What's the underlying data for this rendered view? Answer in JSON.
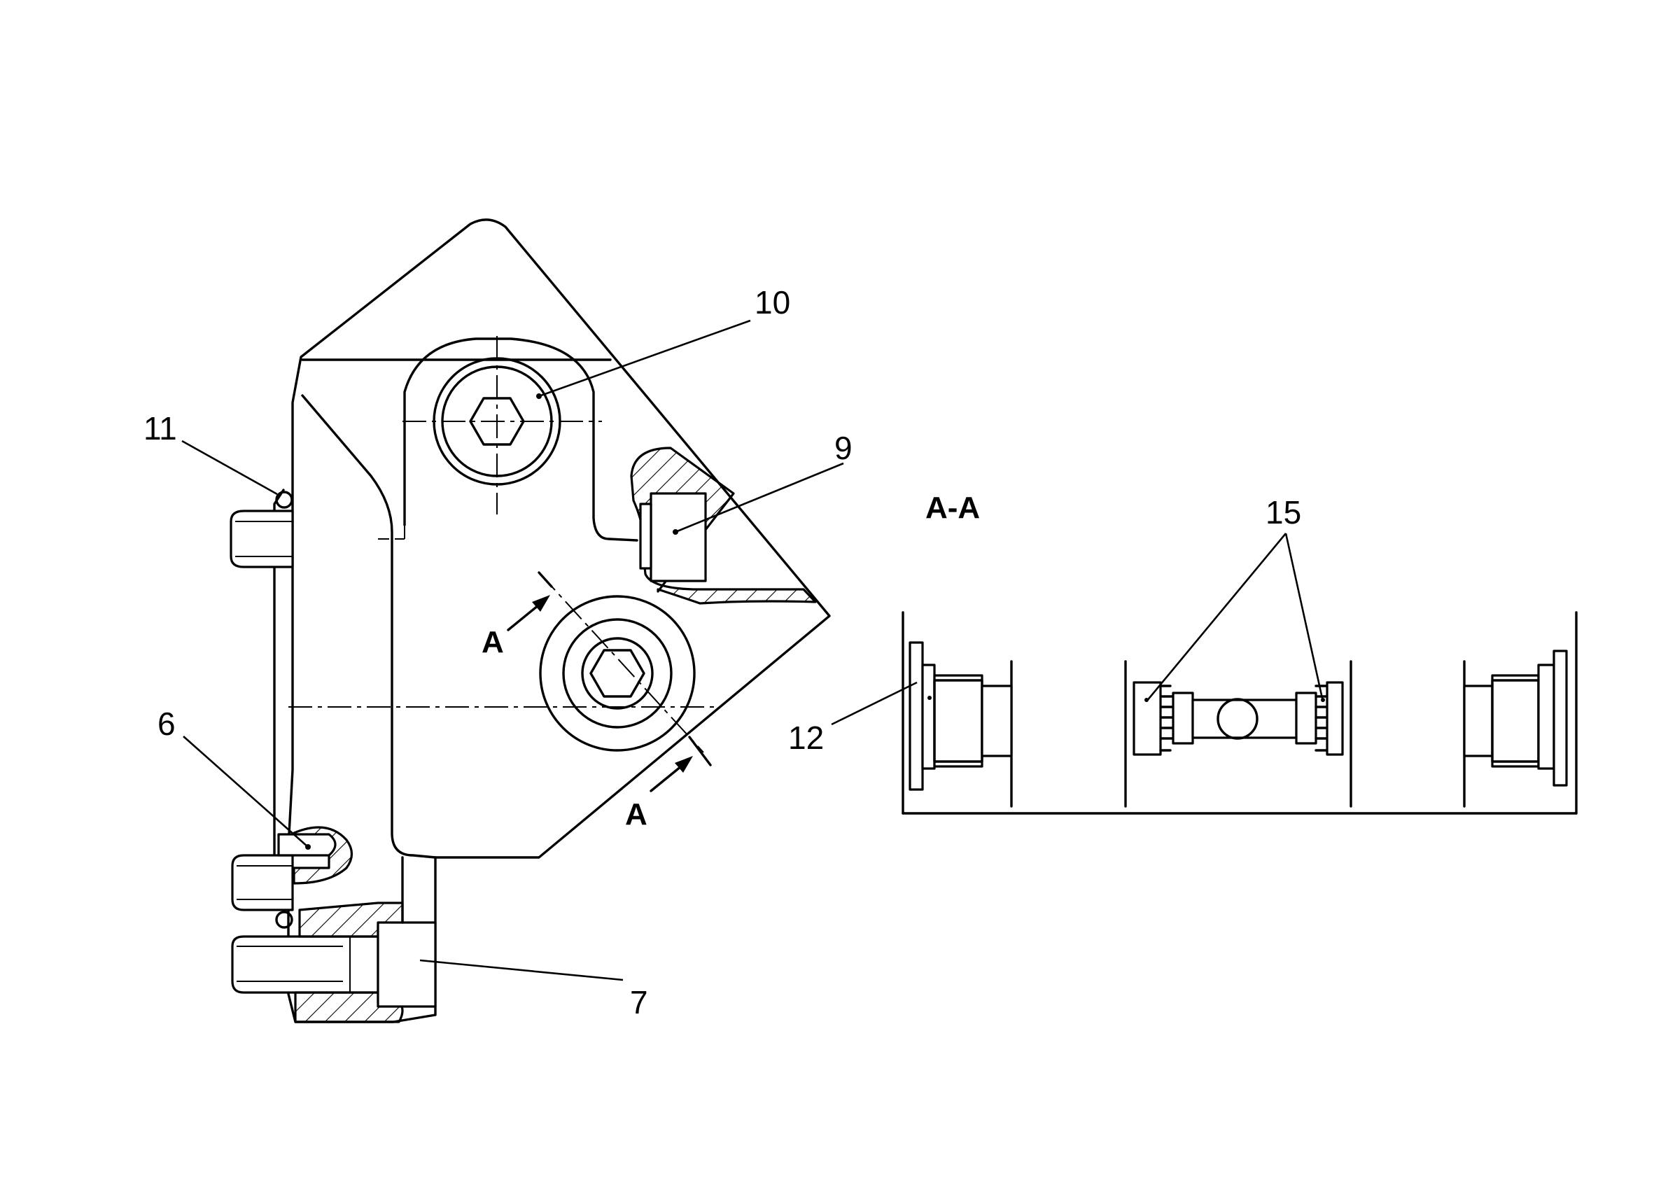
{
  "callouts": {
    "c10": "10",
    "c9": "9",
    "c11": "11",
    "c6": "6",
    "c7": "7",
    "c12": "12",
    "c15": "15"
  },
  "section": {
    "title": "A-A",
    "marker_top": "A",
    "marker_bottom": "A"
  }
}
